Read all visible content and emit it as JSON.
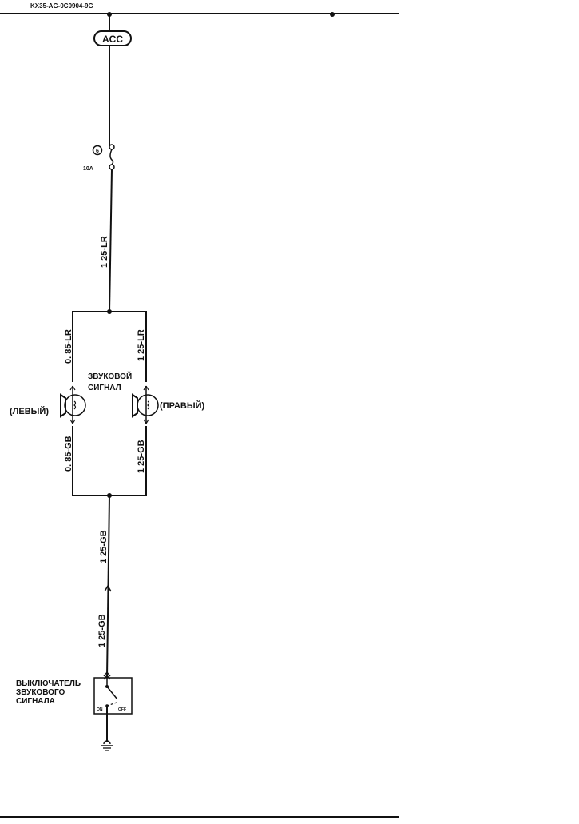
{
  "diagram": {
    "code": "KX35-AG-0C0904-9G",
    "power_source": "ACC",
    "fuse": {
      "number": "6",
      "rating": "10A"
    },
    "wires": {
      "main_feed": "1 25-LR",
      "left_upper": "0. 85-LR",
      "right_upper": "1 25-LR",
      "left_lower": "0. 85-GB",
      "right_lower": "1 25-GB",
      "return_upper": "1 25-GB",
      "return_lower": "1 25-GB"
    },
    "horn": {
      "title_line1": "ЗВУКОВОЙ",
      "title_line2": "СИГНАЛ",
      "left": "(ЛЕВЫЙ)",
      "right": "(ПРАВЫЙ)"
    },
    "switch": {
      "line1": "ВЫКЛЮЧАТЕЛЬ",
      "line2": "ЗВУКОВОГО",
      "line3": "СИГНАЛА",
      "on": "ON",
      "off": "OFF"
    }
  }
}
